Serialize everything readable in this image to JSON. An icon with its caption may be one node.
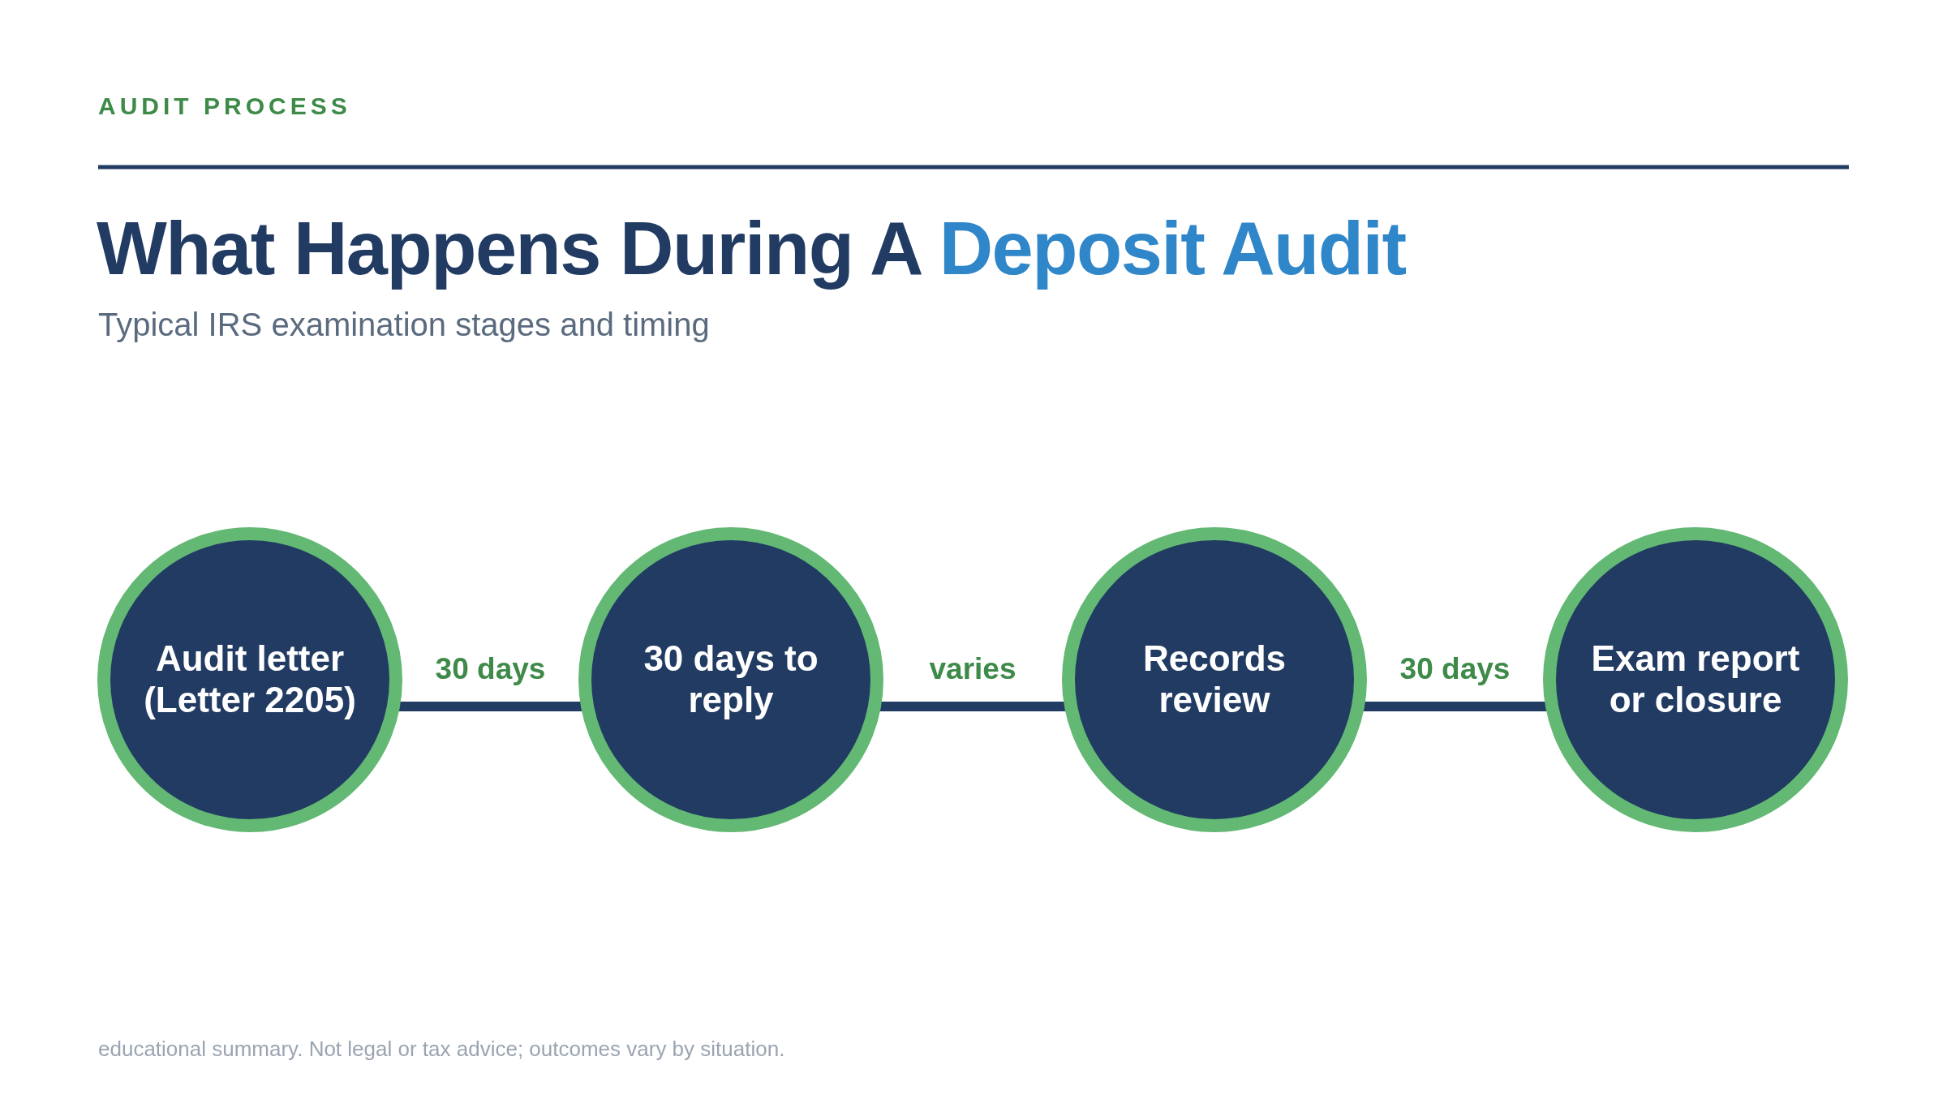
{
  "diagram": {
    "title": "What Happens During A **Deposit Audit**",
    "caption": "educational summary. Not legal or tax advice; outcomes vary by situation.",
    "nodes": [
      {
        "text": [
          "Audit letter (Letter 2205)"
        ]
      },
      {
        "text": [
          "30 days to reply"
        ]
      },
      {
        "text": [
          "Records review"
        ]
      },
      {
        "text": [
          "Exam report or closure"
        ]
      }
    ],
    "edges": [
      {
        "from": 0,
        "to": 1,
        "arrow": "none",
        "label": "30 days"
      },
      {
        "from": 1,
        "to": 2,
        "arrow": "none",
        "label": "varies"
      },
      {
        "from": 2,
        "to": 3,
        "arrow": "none",
        "label": "30 days"
      }
    ],
    "labels": [
      "AUDIT PROCESS",
      "Typical IRS examination stages and timing"
    ]
  }
}
